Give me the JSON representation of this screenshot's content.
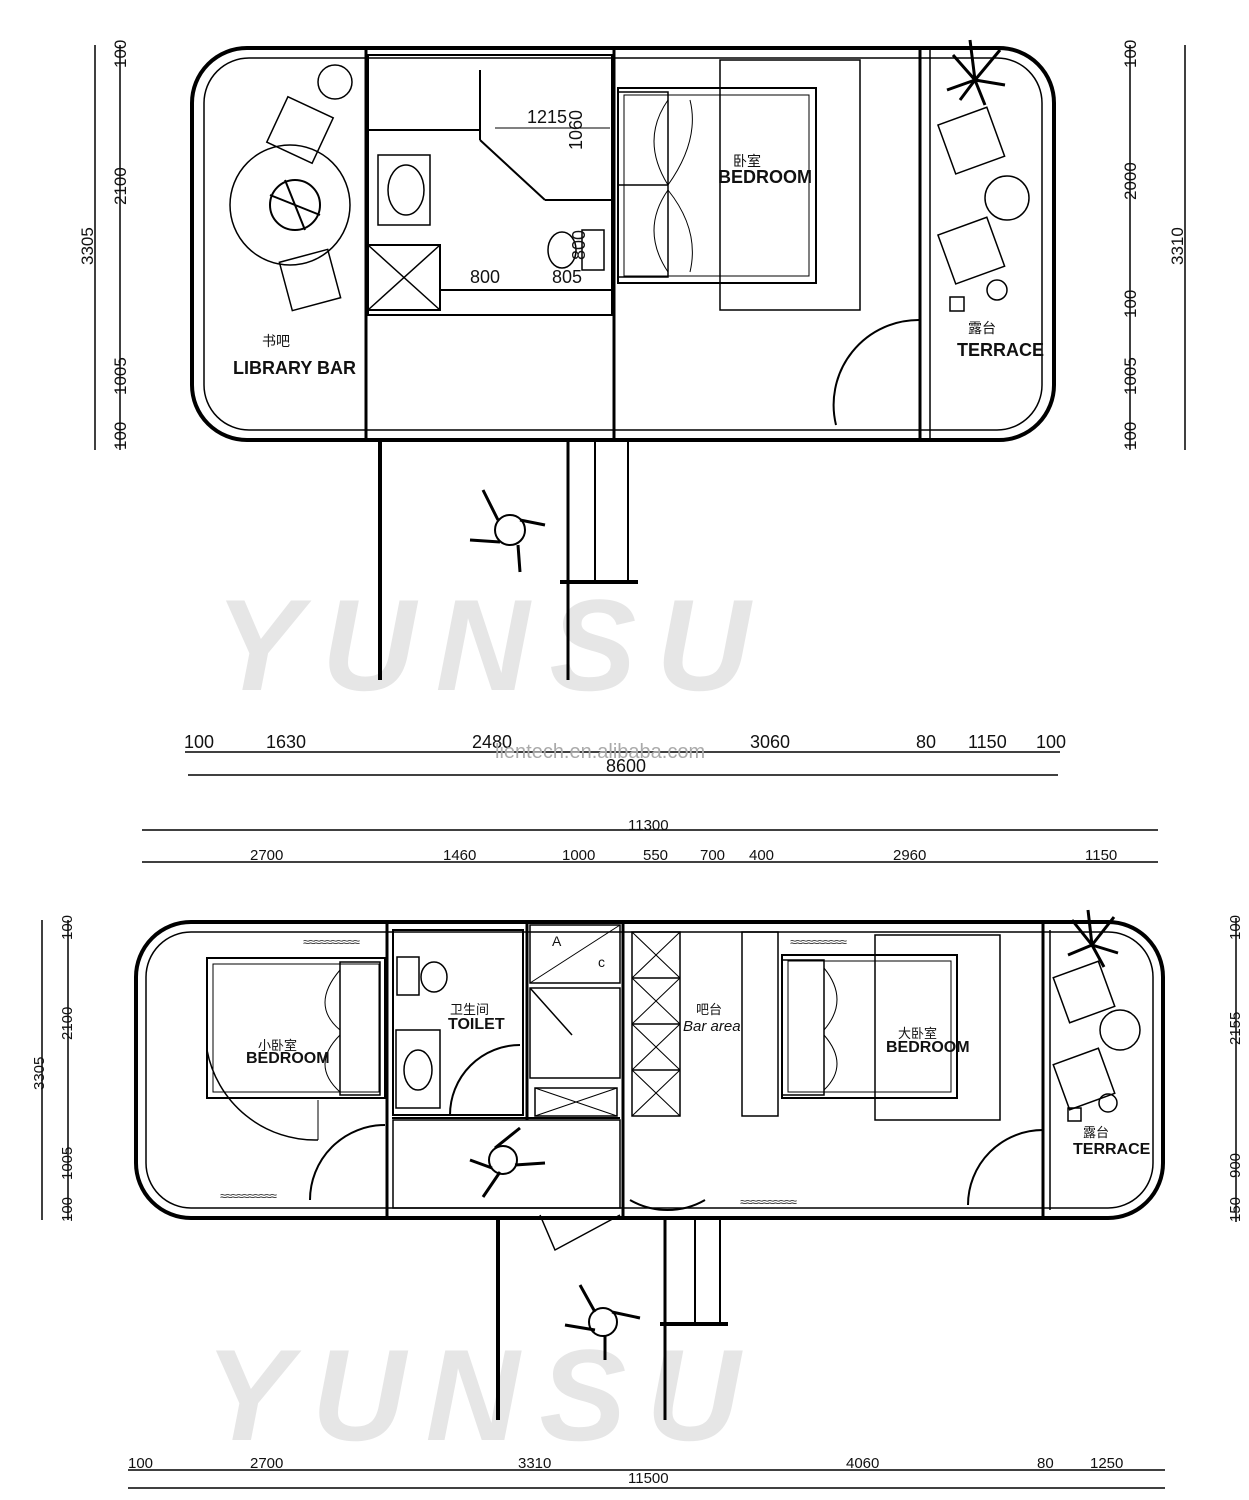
{
  "plan_top": {
    "rooms": {
      "library_cn": "书吧",
      "library": "LIBRARY BAR",
      "bedroom_cn": "卧室",
      "bedroom": "BEDROOM",
      "terrace_cn": "露台",
      "terrace": "TERRACE"
    },
    "inner_dims": {
      "d1215": "1215",
      "d1060": "1060",
      "d800a": "800",
      "d805": "805",
      "d800v": "800"
    },
    "left_dims": {
      "total": "3305",
      "a": "100",
      "b": "2100",
      "c": "1005",
      "d": "100"
    },
    "right_dims": {
      "total": "3310",
      "a": "100",
      "b": "2000",
      "c": "100",
      "d": "1005",
      "e": "100"
    },
    "bottom_dims": {
      "segments": [
        "100",
        "1630",
        "2480",
        "3060",
        "80",
        "1150",
        "100"
      ],
      "total": "8600"
    }
  },
  "plan_bottom": {
    "top_dims": {
      "total": "11300",
      "segments": [
        "2700",
        "1460",
        "1000",
        "550",
        "700",
        "400",
        "2960",
        "1150"
      ]
    },
    "rooms": {
      "small_bedroom_cn": "小卧室",
      "small_bedroom": "BEDROOM",
      "toilet_cn": "卫生间",
      "toilet": "TOILET",
      "bar_cn": "吧台",
      "bar": "Bar area",
      "master_cn": "大卧室",
      "master": "BEDROOM",
      "terrace_cn": "露台",
      "terrace": "TERRACE",
      "mark_a": "A",
      "mark_c": "c"
    },
    "left_dims": {
      "total": "3305",
      "a": "100",
      "b": "2100",
      "c": "1005",
      "d": "100"
    },
    "right_dims": {
      "total": "2155",
      "a": "100",
      "b": "900",
      "c": "150"
    },
    "bottom_dims": {
      "segments": [
        "100",
        "2700",
        "3310",
        "4060",
        "80",
        "1250"
      ],
      "total": "11500"
    }
  },
  "watermark": {
    "brand": "YUNSU",
    "site": "lientech.en.alibaba.com"
  }
}
